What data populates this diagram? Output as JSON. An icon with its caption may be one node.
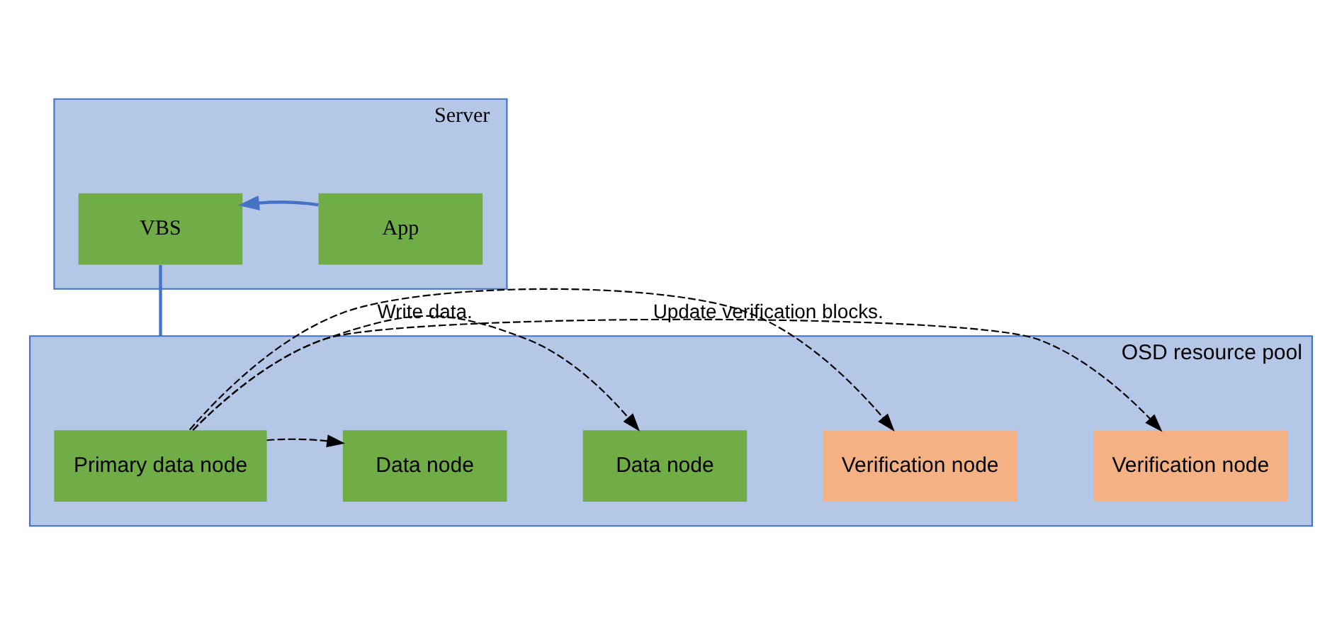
{
  "diagram": {
    "nodes": [
      {
        "text": [
          "Server"
        ]
      },
      {
        "text": [
          "VBS"
        ],
        "in": 0
      },
      {
        "text": [
          "App"
        ],
        "in": 0
      },
      {
        "text": [
          "OSD resource pool"
        ]
      },
      {
        "text": [
          "Primary data node"
        ],
        "in": 3
      },
      {
        "text": [
          "Data node"
        ],
        "in": 3
      },
      {
        "text": [
          "Data node"
        ],
        "in": 3
      },
      {
        "text": [
          "Verification node"
        ],
        "in": 3
      },
      {
        "text": [
          "Verification node"
        ],
        "in": 3
      }
    ],
    "edges": [
      {
        "from": 2,
        "to": 1,
        "arrow": "to",
        "color": "#4472c4"
      },
      {
        "from": 1,
        "to": 3,
        "arrow": "none",
        "color": "#4472c4"
      },
      {
        "from": 4,
        "to": 5,
        "arrow": "to",
        "style": "dashed"
      },
      {
        "from": 4,
        "to": 6,
        "arrow": "to",
        "style": "dashed",
        "label": "Write data."
      },
      {
        "from": 4,
        "to": 7,
        "arrow": "to",
        "style": "dashed"
      },
      {
        "from": 4,
        "to": 8,
        "arrow": "to",
        "style": "dashed",
        "label": "Update verification blocks."
      }
    ]
  }
}
